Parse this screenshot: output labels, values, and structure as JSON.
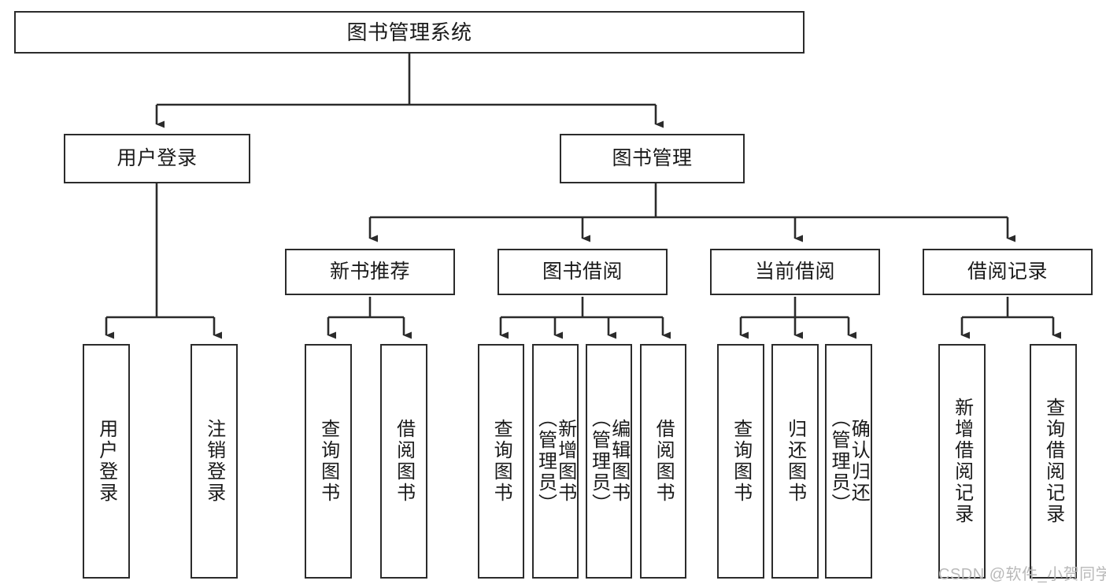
{
  "diagram": {
    "title": "图书管理系统",
    "type": "tree-hierarchy-chart",
    "colors": {
      "box_border": "#2b2b2b",
      "box_fill": "#ffffff",
      "edge": "#2b2b2b",
      "text": "#1a1a1a",
      "watermark": "#b9b9b9",
      "background": "#ffffff"
    },
    "nodes": {
      "root": {
        "label": "图书管理系统",
        "orientation": "horizontal"
      },
      "level2": [
        {
          "id": "user-login",
          "label": "用户登录",
          "orientation": "horizontal"
        },
        {
          "id": "book-management",
          "label": "图书管理",
          "orientation": "horizontal"
        }
      ],
      "level3": [
        {
          "id": "new-book-recommend",
          "label": "新书推荐",
          "orientation": "horizontal"
        },
        {
          "id": "book-borrow",
          "label": "图书借阅",
          "orientation": "horizontal"
        },
        {
          "id": "current-borrow",
          "label": "当前借阅",
          "orientation": "horizontal"
        },
        {
          "id": "borrow-record",
          "label": "借阅记录",
          "orientation": "horizontal"
        }
      ],
      "leaves": [
        {
          "id": "leaf-user-login",
          "label": "用户登录",
          "parent": "user-login",
          "orientation": "vertical"
        },
        {
          "id": "leaf-logout",
          "label": "注销登录",
          "parent": "user-login",
          "orientation": "vertical"
        },
        {
          "id": "leaf-query-book-1",
          "label": "查询图书",
          "parent": "new-book-recommend",
          "orientation": "vertical"
        },
        {
          "id": "leaf-borrow-book-1",
          "label": "借阅图书",
          "parent": "new-book-recommend",
          "orientation": "vertical"
        },
        {
          "id": "leaf-query-book-2",
          "label": "查询图书",
          "parent": "book-borrow",
          "orientation": "vertical"
        },
        {
          "id": "leaf-add-book",
          "label": "新增图书\n（管理员）",
          "parent": "book-borrow",
          "orientation": "vertical"
        },
        {
          "id": "leaf-edit-book",
          "label": "编辑图书\n（管理员）",
          "parent": "book-borrow",
          "orientation": "vertical"
        },
        {
          "id": "leaf-borrow-book-2",
          "label": "借阅图书",
          "parent": "book-borrow",
          "orientation": "vertical"
        },
        {
          "id": "leaf-query-book-3",
          "label": "查询图书",
          "parent": "current-borrow",
          "orientation": "vertical"
        },
        {
          "id": "leaf-return-book",
          "label": "归还图书",
          "parent": "current-borrow",
          "orientation": "vertical"
        },
        {
          "id": "leaf-confirm-return",
          "label": "确认归还\n（管理员）",
          "parent": "current-borrow",
          "orientation": "vertical"
        },
        {
          "id": "leaf-add-record",
          "label": "新增借阅记录",
          "parent": "borrow-record",
          "orientation": "vertical"
        },
        {
          "id": "leaf-query-record",
          "label": "查询借阅记录",
          "parent": "borrow-record",
          "orientation": "vertical"
        }
      ]
    },
    "watermark": "CSDN @软件_小贺同学"
  }
}
